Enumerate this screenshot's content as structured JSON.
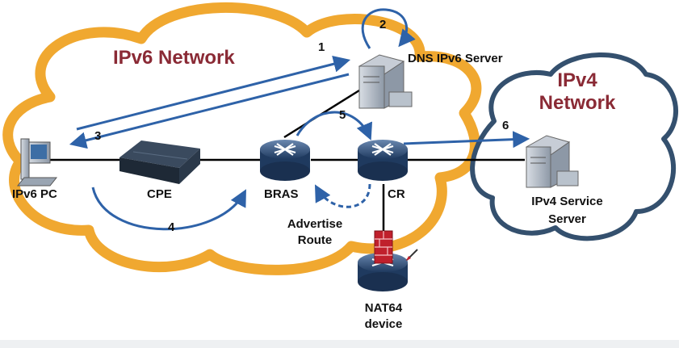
{
  "networks": {
    "ipv6": "IPv6 Network",
    "ipv4_line1": "IPv4",
    "ipv4_line2": "Network"
  },
  "devices": {
    "pc": "IPv6 PC",
    "cpe": "CPE",
    "bras": "BRAS",
    "cr": "CR",
    "dns_server": "DNS IPv6 Server",
    "ipv4_server_line1": "IPv4 Service",
    "ipv4_server_line2": "Server",
    "nat64_line1": "NAT64",
    "nat64_line2": "device"
  },
  "steps": [
    "1",
    "2",
    "3",
    "4",
    "5",
    "6"
  ],
  "annotations": {
    "advertise_line1": "Advertise",
    "advertise_line2": "Route"
  },
  "colors": {
    "ipv6_cloud_border": "#f0a830",
    "ipv4_cloud_border": "#34506e",
    "arrow": "#2e62a8",
    "title": "#8a2a35",
    "link": "#000000"
  }
}
